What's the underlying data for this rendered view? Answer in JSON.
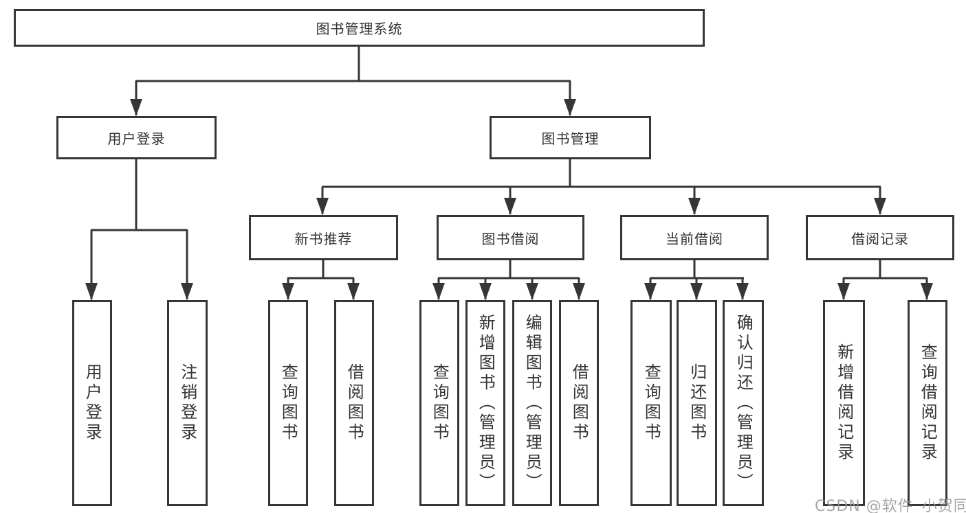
{
  "diagram": {
    "title": "图书管理系统",
    "children": [
      {
        "label": "用户登录",
        "children": [
          {
            "label": "用户登录"
          },
          {
            "label": "注销登录"
          }
        ]
      },
      {
        "label": "图书管理",
        "children": [
          {
            "label": "新书推荐",
            "children": [
              {
                "label": "查询图书"
              },
              {
                "label": "借阅图书"
              }
            ]
          },
          {
            "label": "图书借阅",
            "children": [
              {
                "label": "查询图书"
              },
              {
                "label": "新增图书（管理员）"
              },
              {
                "label": "编辑图书（管理员）"
              },
              {
                "label": "借阅图书"
              }
            ]
          },
          {
            "label": "当前借阅",
            "children": [
              {
                "label": "查询图书"
              },
              {
                "label": "归还图书"
              },
              {
                "label": "确认归还（管理员）"
              }
            ]
          },
          {
            "label": "借阅记录",
            "children": [
              {
                "label": "新增借阅记录"
              },
              {
                "label": "查询借阅记录"
              }
            ]
          }
        ]
      }
    ]
  },
  "watermark": "CSDN @软件_小贺同学",
  "colors": {
    "line": "#363636",
    "text": "#333333",
    "background": "#ffffff"
  }
}
